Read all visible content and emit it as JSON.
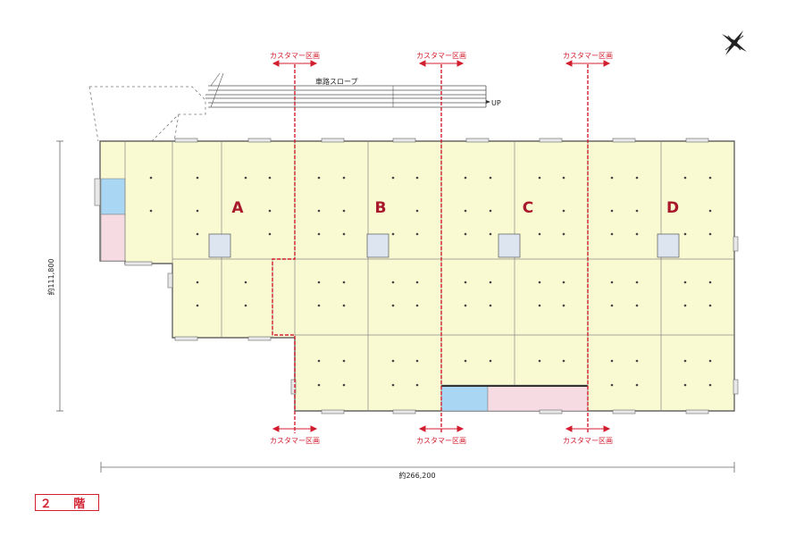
{
  "divider_label": "カスタマー区画",
  "ramp_label": "車路スロープ",
  "ramp_up_label": "UP",
  "zones": [
    "A",
    "B",
    "C",
    "D"
  ],
  "dims": {
    "width": "約266,200",
    "depth": "約111,800"
  },
  "floor_label": "２ 階",
  "colors": {
    "floor_fill": "#fafad2",
    "accent_red": "#d21f2f",
    "zone_text": "#a8182a",
    "core_blue": "#a9d6f2",
    "core_pink": "#f6dbe3",
    "line": "#707070"
  }
}
